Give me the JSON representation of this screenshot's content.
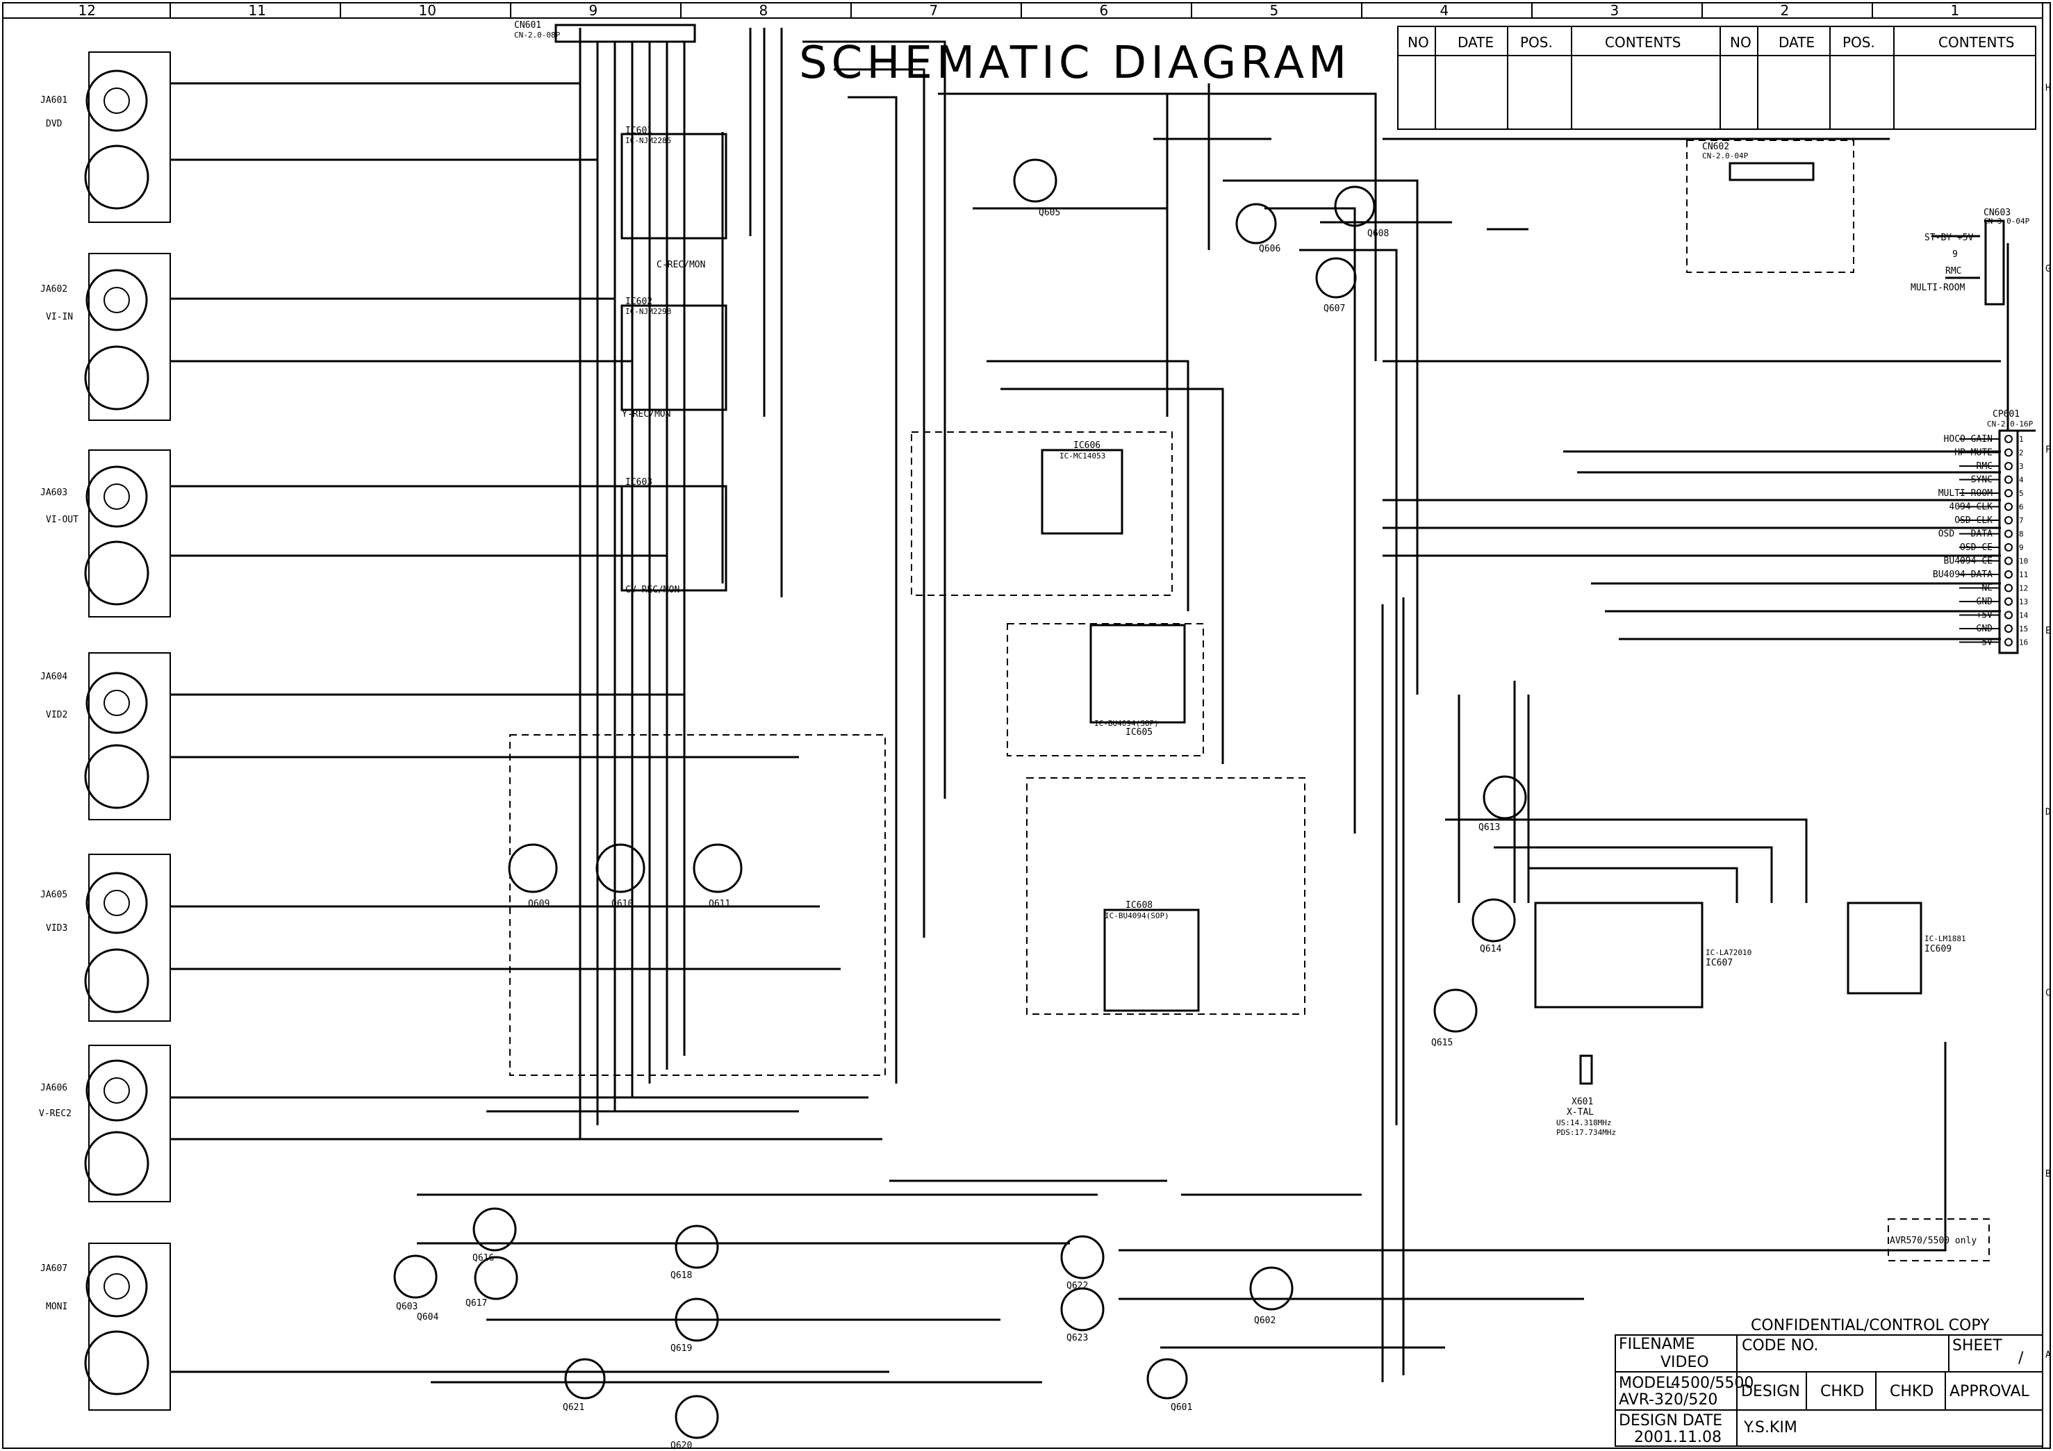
{
  "title": "SCHEMATIC DIAGRAM",
  "grid": {
    "columns": [
      "12",
      "11",
      "10",
      "9",
      "8",
      "7",
      "6",
      "5",
      "4",
      "3",
      "2",
      "1"
    ],
    "rows": [
      "H",
      "G",
      "F",
      "E",
      "D",
      "C",
      "B",
      "A"
    ]
  },
  "revision_table": {
    "headers": [
      "NO",
      "DATE",
      "POS.",
      "CONTENTS",
      "NO",
      "DATE",
      "POS.",
      "CONTENTS"
    ]
  },
  "jacks": [
    {
      "ref": "JA601",
      "name": "DVD"
    },
    {
      "ref": "JA602",
      "name": "VI-IN"
    },
    {
      "ref": "JA603",
      "name": "VI-OUT"
    },
    {
      "ref": "JA604",
      "name": "VID2"
    },
    {
      "ref": "JA605",
      "name": "VID3"
    },
    {
      "ref": "JA606",
      "name": "V-REC2"
    },
    {
      "ref": "JA607",
      "name": "MONI"
    }
  ],
  "ics": [
    {
      "ref": "IC601",
      "part": "IC-NJM2285",
      "caption": "C-REC/MON"
    },
    {
      "ref": "IC602",
      "part": "IC-NJM2298",
      "caption": "Y-REC/MON"
    },
    {
      "ref": "IC603",
      "part": "",
      "caption": "CV-REC/MON"
    },
    {
      "ref": "IC606",
      "part": "IC-MC14053",
      "caption": ""
    },
    {
      "ref": "IC605",
      "part": "IC-BU4094(SOP)",
      "caption": ""
    },
    {
      "ref": "IC608",
      "part": "IC-BU4094(SOP)",
      "caption": ""
    },
    {
      "ref": "IC607",
      "part": "IC-LA72010",
      "caption": ""
    },
    {
      "ref": "IC609",
      "part": "IC-LM1881",
      "caption": ""
    }
  ],
  "transistors": [
    "Q605",
    "Q606",
    "Q607",
    "Q608",
    "Q609",
    "Q610",
    "Q611",
    "Q613",
    "Q614",
    "Q615",
    "Q616",
    "Q617",
    "Q618",
    "Q619",
    "Q620",
    "Q621",
    "Q622",
    "Q623",
    "Q601",
    "Q602",
    "Q603",
    "Q604"
  ],
  "connectors": {
    "cn603": {
      "ref": "CN603",
      "part": "CN-3.0-04P",
      "pins": [
        "ST-BY +5V",
        "9",
        "RMC",
        "MULTI-ROOM"
      ]
    },
    "cp601": {
      "ref": "CP601",
      "part": "CN-2.0-16P",
      "pins": [
        "HOCO GAIN",
        "HP-MUTE",
        "RMC",
        "SYNC",
        "MULTI-ROOM",
        "4094-CLK",
        "OSD-CLK",
        "OSD - DATA",
        "OSD-CE",
        "BU4094-CE",
        "BU4094-DATA",
        "NC",
        "GND",
        "+5V",
        "GND",
        "-5V"
      ]
    },
    "cn602": {
      "ref": "CN602",
      "part": "CN-2.0-04P"
    },
    "cn601": {
      "ref": "CN601",
      "part": "CN-2.0-08P"
    }
  },
  "crystal": {
    "ref": "X601",
    "part": "X-TAL",
    "freq1": "US:14.318MHz",
    "freq2": "PDS:17.734MHz"
  },
  "notes": {
    "avr_only": "AVR570/5500 only"
  },
  "title_block": {
    "confidential": "CONFIDENTIAL/CONTROL COPY",
    "filename_label": "FILENAME",
    "filename": "VIDEO",
    "code_no_label": "CODE NO.",
    "sheet_label": "SHEET",
    "sheet_value": "/",
    "model_label": "MODEL",
    "model_line1": "4500/5500",
    "model_line2": "AVR-320/520",
    "design_date_label": "DESIGN DATE",
    "design_date": "2001.11.08",
    "design_label": "DESIGN",
    "chkd_label1": "CHKD",
    "chkd_label2": "CHKD",
    "approval_label": "APPROVAL",
    "designer": "Y.S.KIM"
  }
}
